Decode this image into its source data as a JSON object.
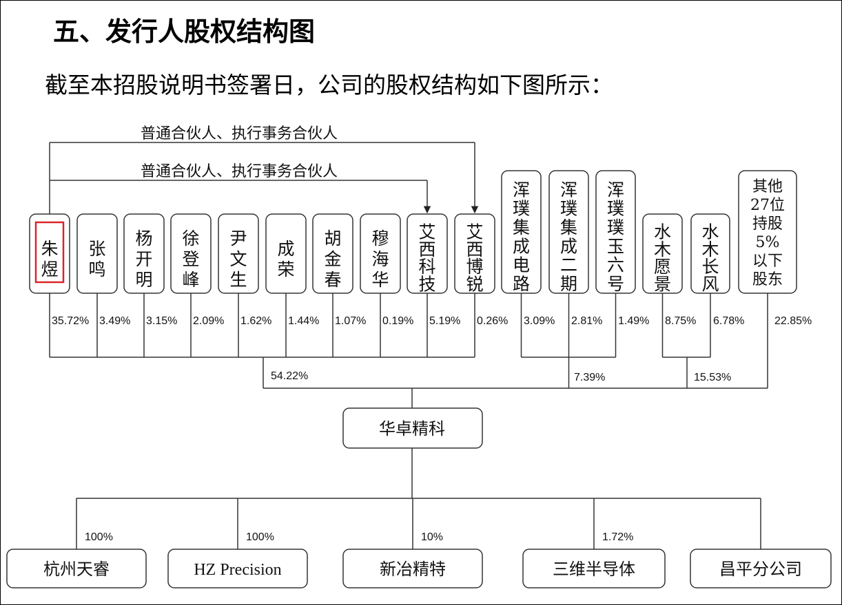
{
  "heading": "五、发行人股权结构图",
  "intro": "截至本招股说明书签署日，公司的股权结构如下图所示：",
  "gp_label": "普通合伙人、执行事务合伙人",
  "shareholders": [
    {
      "id": "zhu",
      "name": "朱煜",
      "pct": "35.72%",
      "highlight": true
    },
    {
      "id": "zhang",
      "name": "张鸣",
      "pct": "3.49%"
    },
    {
      "id": "yang",
      "name": "杨开明",
      "pct": "3.15%"
    },
    {
      "id": "xu",
      "name": "徐登峰",
      "pct": "2.09%"
    },
    {
      "id": "yin",
      "name": "尹文生",
      "pct": "1.62%"
    },
    {
      "id": "cheng",
      "name": "成荣",
      "pct": "1.44%"
    },
    {
      "id": "hu",
      "name": "胡金春",
      "pct": "1.07%"
    },
    {
      "id": "mu",
      "name": "穆海华",
      "pct": "0.19%"
    },
    {
      "id": "aixi-keji",
      "name": "艾西科技",
      "pct": "5.19%"
    },
    {
      "id": "aixi-borui",
      "name": "艾西博锐",
      "pct": "0.26%"
    },
    {
      "id": "hunpu-ic",
      "name": "浑璞集成电路",
      "pct": "3.09%"
    },
    {
      "id": "hunpu-2",
      "name": "浑璞集成二期",
      "pct": "2.81%"
    },
    {
      "id": "hunpu-16",
      "name": "浑璞璞玉六号",
      "pct": "1.49%"
    },
    {
      "id": "shuimu-yj",
      "name": "水木愿景",
      "pct": "8.75%"
    },
    {
      "id": "shuimu-cf",
      "name": "水木长风",
      "pct": "6.78%"
    },
    {
      "id": "others",
      "name": "其他27位持股5%以下股东",
      "pct": "22.85%"
    }
  ],
  "others_lines": [
    "其他",
    "27位",
    "持股",
    "5%",
    "以下",
    "股东"
  ],
  "group_totals": {
    "founders": "54.22%",
    "hunpu": "7.39%",
    "shuimu": "15.53%"
  },
  "company": "华卓精科",
  "subsidiaries": [
    {
      "id": "hangzhou",
      "name": "杭州天睿",
      "pct": "100%"
    },
    {
      "id": "hz-precision",
      "name": "HZ Precision",
      "pct": "100%"
    },
    {
      "id": "xinye",
      "name": "新冶精特",
      "pct": "10%"
    },
    {
      "id": "sanwei",
      "name": "三维半导体",
      "pct": "1.72%"
    },
    {
      "id": "changping",
      "name": "昌平分公司",
      "pct": ""
    }
  ]
}
